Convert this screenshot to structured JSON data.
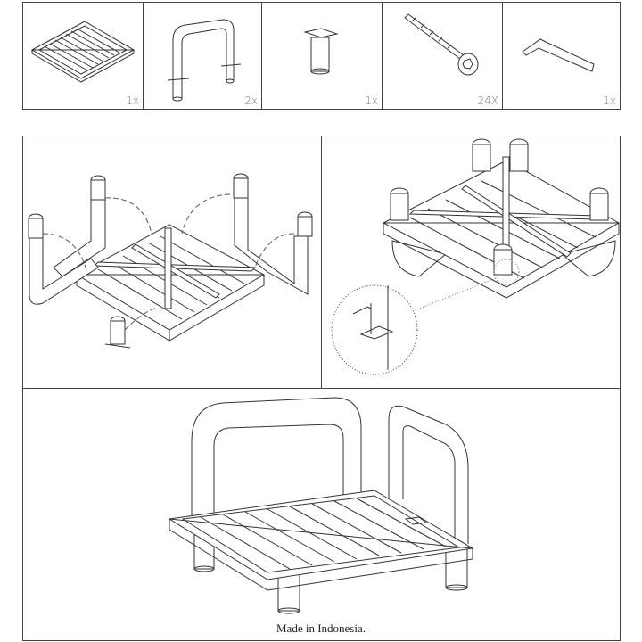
{
  "parts": [
    {
      "name": "table-top",
      "qty": "1x"
    },
    {
      "name": "u-leg-frame",
      "qty": "2x"
    },
    {
      "name": "single-leg",
      "qty": "1x"
    },
    {
      "name": "bolt",
      "qty": "24X"
    },
    {
      "name": "allen-key",
      "qty": "1x"
    }
  ],
  "steps": [
    {
      "name": "attach-legs"
    },
    {
      "name": "tighten-bolts"
    },
    {
      "name": "finished-table"
    }
  ],
  "footer": {
    "origin": "Made in Indonesia."
  }
}
